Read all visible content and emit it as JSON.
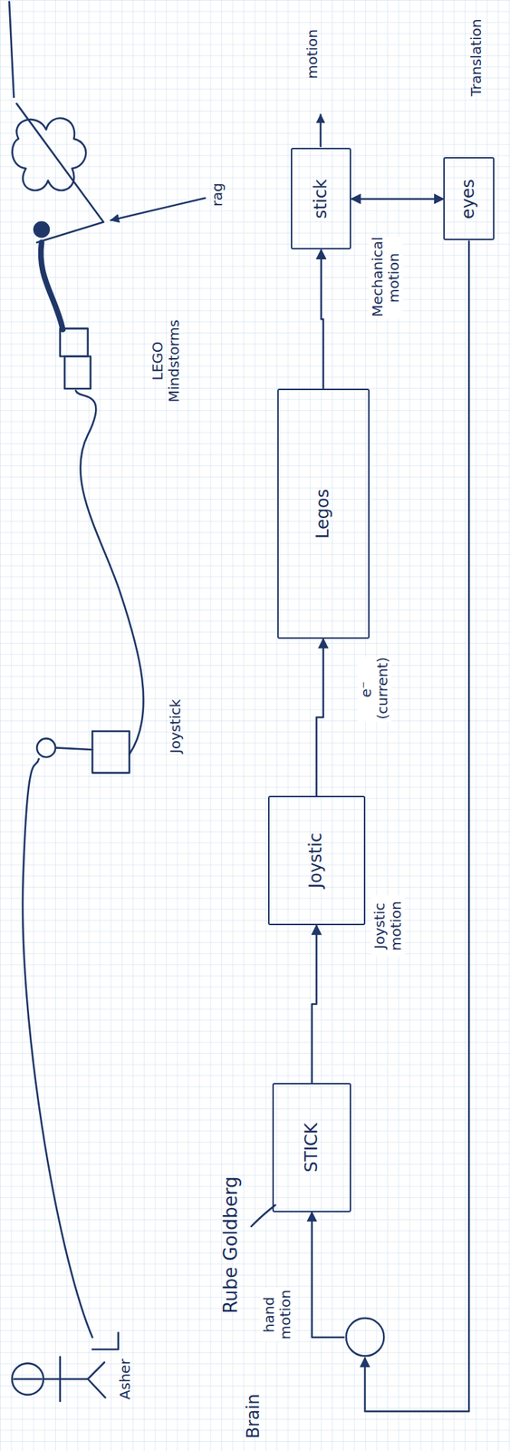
{
  "diagram": {
    "nodes": [
      {
        "text": [
          "Brain"
        ]
      },
      {
        "text": [
          "STICK"
        ]
      },
      {
        "text": [
          "Joystic"
        ]
      },
      {
        "text": [
          "Legos"
        ]
      },
      {
        "text": [
          "stick"
        ]
      },
      {
        "text": [
          "eyes"
        ]
      }
    ],
    "edges": [
      {
        "from": 0,
        "to": 1,
        "arrow": "to",
        "label": "hand motion"
      },
      {
        "from": 1,
        "to": 2,
        "arrow": "to",
        "label": "Joystic motion"
      },
      {
        "from": 2,
        "to": 3,
        "arrow": "to",
        "label": "e⁻ (current)"
      },
      {
        "from": 3,
        "to": 4,
        "arrow": "to",
        "label": "Mechanical motion"
      },
      {
        "from": 4,
        "to": 5,
        "arrow": "both"
      },
      {
        "from": 5,
        "to": 0,
        "arrow": "to"
      }
    ],
    "labels": [
      "Asher",
      "Joystick",
      "LEGO Mindstorms",
      "rag",
      "Rube Goldberg",
      "motion",
      "Translation"
    ]
  }
}
